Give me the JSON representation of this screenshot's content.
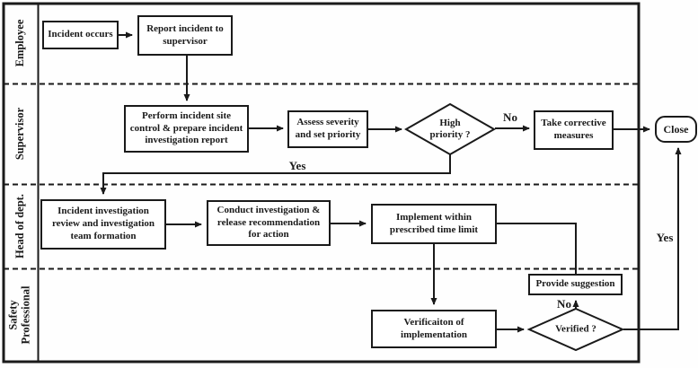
{
  "colors": {
    "line": "#1a1a1a",
    "background": "#fefefe",
    "node_fill": "#ffffff"
  },
  "lanes": [
    {
      "label": "Employee"
    },
    {
      "label": "Supervisor"
    },
    {
      "label": "Head of dept."
    },
    {
      "label": "Safety Professional"
    }
  ],
  "nodes": {
    "incident_occurs": {
      "type": "process",
      "label": "Incident occurs"
    },
    "report_incident": {
      "type": "process",
      "label": "Report incident to supervisor"
    },
    "perform_site_control": {
      "type": "process",
      "label": "Perform incident site control & prepare incident investigation report"
    },
    "assess_severity": {
      "type": "process",
      "label": "Assess severity and set priority"
    },
    "high_priority": {
      "type": "decision",
      "label": "High priority ?"
    },
    "take_corrective": {
      "type": "process",
      "label": "Take corrective measures"
    },
    "close": {
      "type": "terminator",
      "label": "Close"
    },
    "incident_review": {
      "type": "process",
      "label": "Incident investigation review and investigation team formation"
    },
    "conduct_investigation": {
      "type": "process",
      "label": "Conduct investigation & release recommendation for action"
    },
    "implement": {
      "type": "process",
      "label": "Implement within prescribed time limit"
    },
    "provide_suggestion": {
      "type": "process",
      "label": "Provide suggestion"
    },
    "verification": {
      "type": "process",
      "label": "Verificaiton of implementation"
    },
    "verified": {
      "type": "decision",
      "label": "Verified ?"
    }
  },
  "edge_labels": {
    "high_priority_no": "No",
    "high_priority_yes": "Yes",
    "verified_no": "No",
    "verified_yes": "Yes"
  }
}
